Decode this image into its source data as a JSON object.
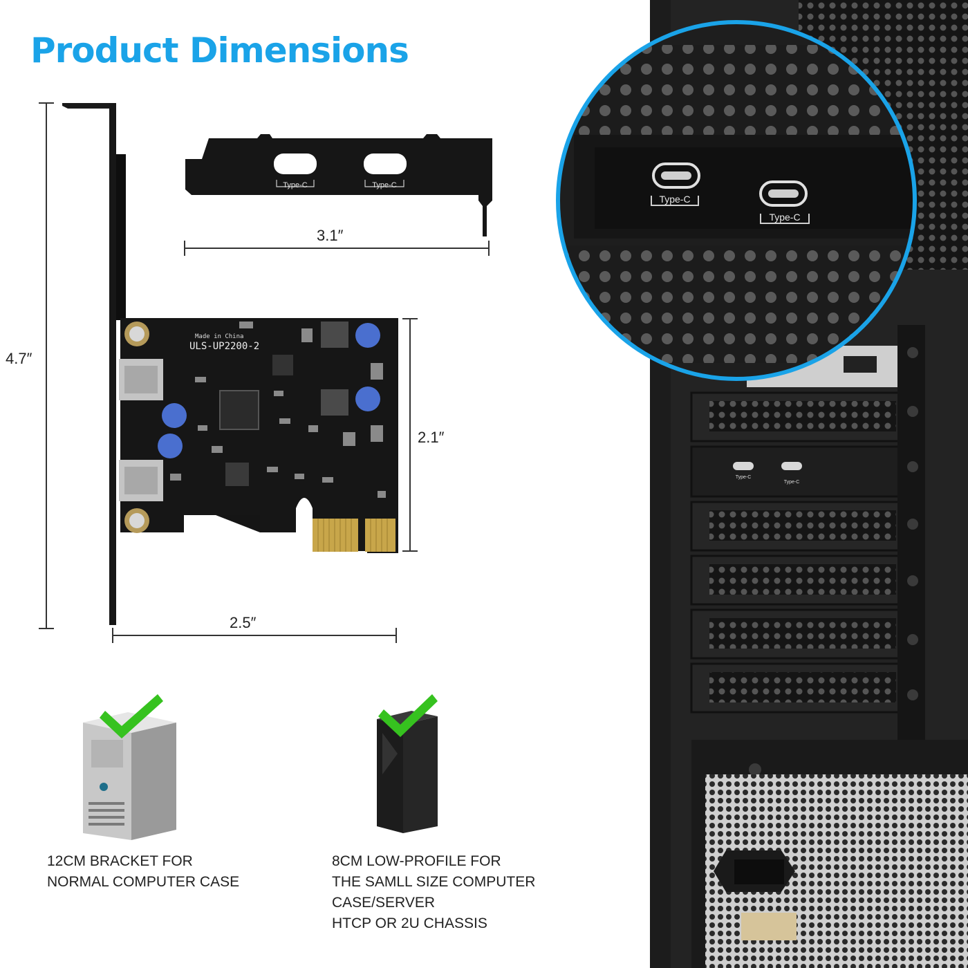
{
  "title": "Product Dimensions",
  "dimensions": {
    "height_full": "4.7″",
    "width_lowprofile": "3.1″",
    "height_card": "2.1″",
    "width_card": "2.5″"
  },
  "bracket_small": {
    "port_labels": [
      "Type-C",
      "Type-C"
    ]
  },
  "card": {
    "silkscreen_line1": "Made in China",
    "silkscreen_line2": "ULS-UP2200-2"
  },
  "zoom_ports": [
    "Type-C",
    "Type-C"
  ],
  "case_ports": [
    "Type-C",
    "Type-C"
  ],
  "options": [
    {
      "icon": "tower-case-icon",
      "lines": [
        "12CM BRACKET FOR",
        "NORMAL COMPUTER CASE"
      ]
    },
    {
      "icon": "slim-case-icon",
      "lines": [
        "8CM LOW-PROFILE FOR",
        "THE SAMLL SIZE COMPUTER",
        "CASE/SERVER",
        "HTCP OR 2U CHASSIS"
      ]
    }
  ],
  "colors": {
    "accent": "#1aa3e8",
    "check": "#36c21f",
    "pcb": "#141414",
    "case": "#1c1c1c"
  }
}
